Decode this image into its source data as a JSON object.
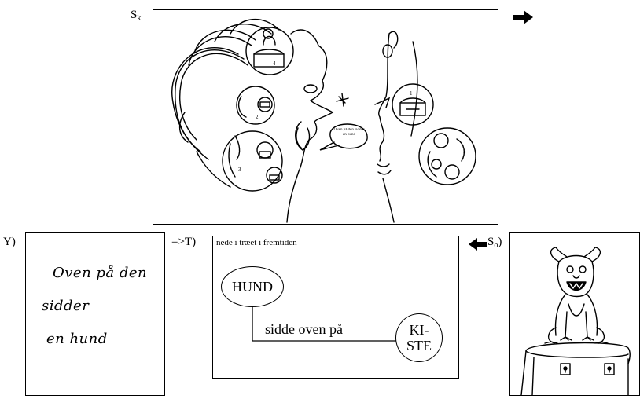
{
  "labels": {
    "s_k_main": "S",
    "s_k_sub": "k",
    "y": "Y)",
    "t": "=>T)",
    "s_o_main": "S",
    "s_o_sub": "o",
    "s_o_paren": ")"
  },
  "top_panel": {
    "speech_bubble_text": "Oven på den sidder en hund",
    "bubble_numbers": [
      "4",
      "2",
      "3",
      "1",
      "5"
    ]
  },
  "y_panel": {
    "lines": [
      "Oven på den",
      "sidder",
      "en hund"
    ]
  },
  "t_panel": {
    "header": "nede i træet i fremtiden",
    "node_left": "HUND",
    "node_right_line1": "KI-",
    "node_right_line2": "STE",
    "edge_label": "sidde oven på"
  },
  "arrows": {
    "right": "right-arrow",
    "left": "left-arrow"
  }
}
